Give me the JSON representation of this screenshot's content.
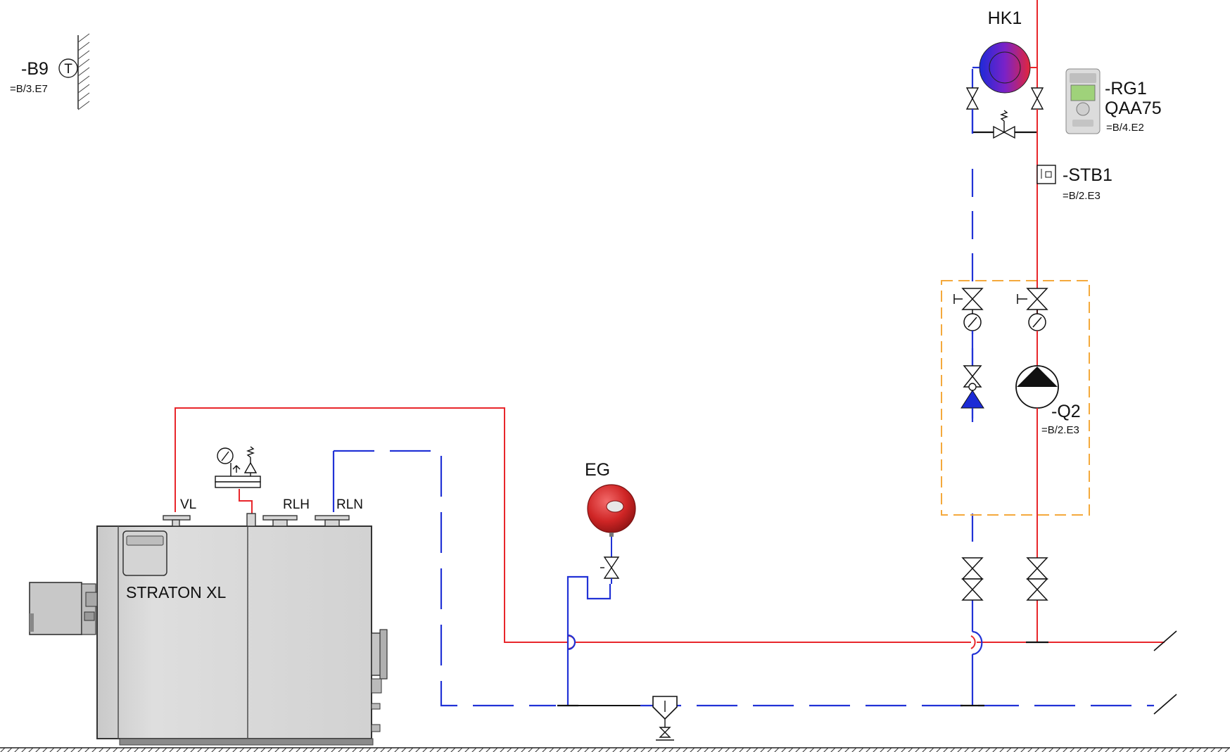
{
  "diagram": {
    "labels": {
      "hk1": "HK1",
      "rg1": "-RG1",
      "rg1_model": "QAA75",
      "rg1_ref": "=B/4.E2",
      "stb1": "-STB1",
      "stb1_ref": "=B/2.E3",
      "q2": "-Q2",
      "q2_ref": "=B/2.E3",
      "b9": "-B9",
      "b9_symbol": "T",
      "b9_ref": "=B/3.E7",
      "eg": "EG",
      "vl": "VL",
      "rlh": "RLH",
      "rln": "RLN",
      "boiler": "STRATON XL"
    },
    "colors": {
      "supply_line": "#e8262b",
      "return_line": "#2132d6",
      "pipe_black": "#111111",
      "pump_group_frame": "#f4a93c",
      "boiler_body": "#d6d6d6",
      "vessel_red": "#d42a2a"
    }
  }
}
